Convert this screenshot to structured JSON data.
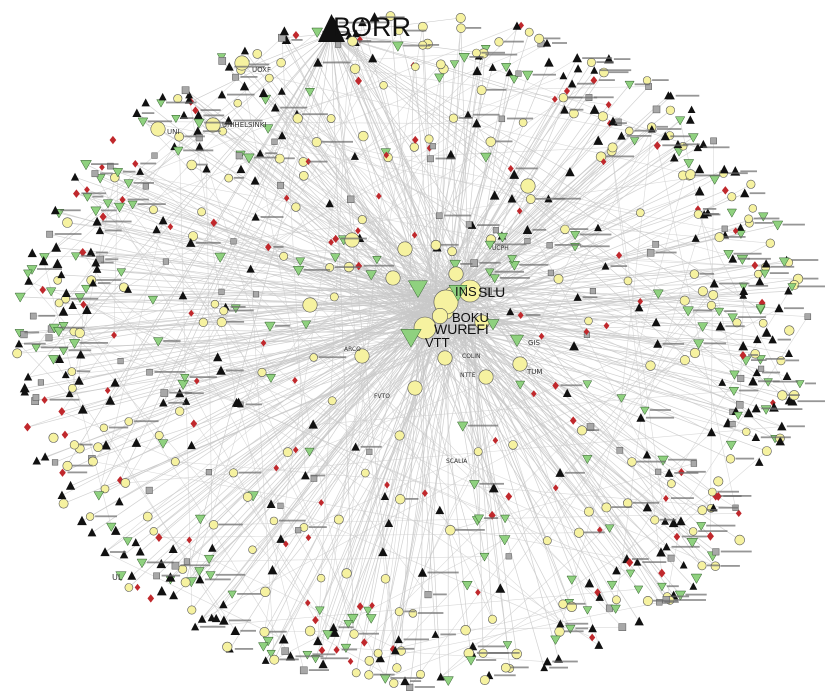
{
  "network": {
    "title_node": "BORR",
    "hub_labels": [
      "INS",
      "SLU",
      "BOKU",
      "WUR",
      "EFI",
      "VTT"
    ],
    "secondary_labels": [
      "UOXF",
      "UNIHELSINKI",
      "UNI",
      "UCPH",
      "GIS",
      "TUM",
      "COLIN",
      "SCALIA",
      "FVTO",
      "ARCO",
      "NTTE",
      "UL"
    ],
    "colors": {
      "edge": "#c9c9c9",
      "circle": "#f6f2a0",
      "triangle_down": "#8fd17f",
      "triangle_up": "#111111",
      "diamond": "#c0282c",
      "square": "#a8a8a8"
    }
  }
}
